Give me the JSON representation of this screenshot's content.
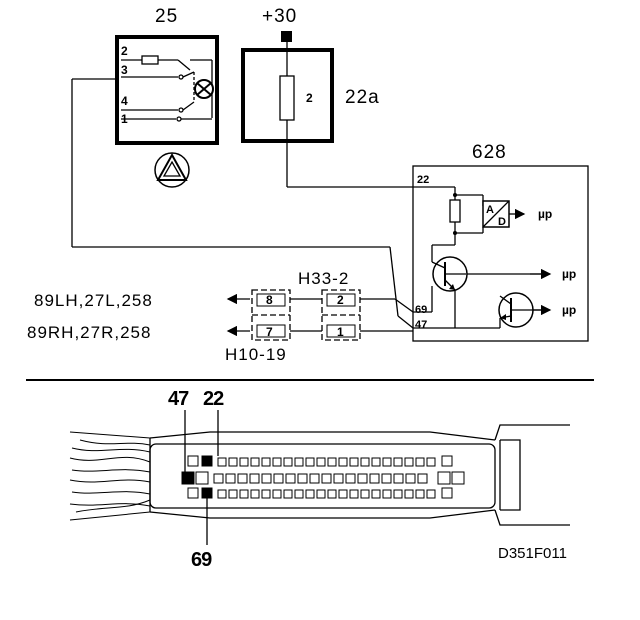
{
  "components": {
    "c25": {
      "label": "25",
      "pins": [
        "2",
        "3",
        "4",
        "1"
      ]
    },
    "c22a": {
      "supply": "+30",
      "inner_pin": "2",
      "label": "22a"
    },
    "c628": {
      "label": "628",
      "pin_22": "22",
      "pin_69": "69",
      "pin_47": "47",
      "ad_top": "A",
      "ad_bottom": "D",
      "mu_p": "µp"
    },
    "h33": {
      "label": "H33-2",
      "pin_top": "2",
      "pin_bottom": "1"
    },
    "h10": {
      "label": "H10-19",
      "pin_top": "8",
      "pin_bottom": "7"
    },
    "dest_top": "89LH,27L,258",
    "dest_bottom": "89RH,27R,258"
  },
  "connector_view": {
    "pin_47": "47",
    "pin_22": "22",
    "pin_69": "69"
  },
  "figure_code": "D351F011"
}
